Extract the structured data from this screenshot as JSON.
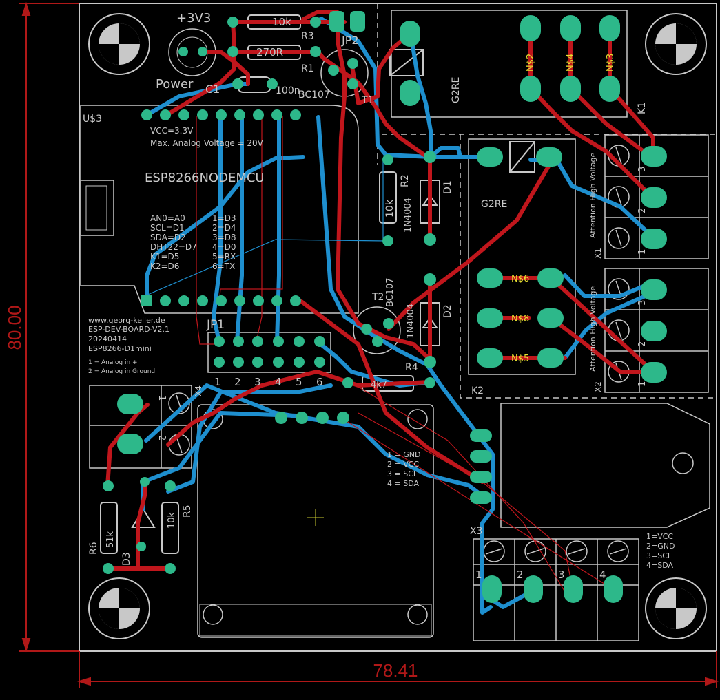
{
  "board": {
    "outline_colors": {
      "silk": "#c8c8c8",
      "top_copper": "#c0161c",
      "bottom_copper": "#1e8fcf",
      "pad": "#2db88a",
      "dimension": "#b01818",
      "background": "#000000"
    },
    "dimensions": {
      "width_label": "78.41",
      "height_label": "80.00"
    }
  },
  "labels": {
    "power_rail": "+3V3",
    "power_led": "Power",
    "c1": "C1",
    "c1_value": "100n",
    "r3": "R3",
    "r3_value": "10k",
    "r1": "R1",
    "r1_value": "270R",
    "jp2": "JP2",
    "t1": "T1",
    "t1_part": "BC107",
    "k1_relay": "G2RE",
    "k1": "K1",
    "module": "U$3",
    "module_name": "ESP8266NODEMCU",
    "vcc_note": "VCC=3.3V",
    "analog_note": "Max. Analog Voltage = 20V",
    "pin_map_left": [
      "AN0=A0",
      "SCL=D1",
      "SDA=D2",
      "DHT22=D7",
      "K1=D5",
      "K2=D6"
    ],
    "pin_map_right": [
      "1=D3",
      "2=D4",
      "3=D8",
      "4=D0",
      "5=RX",
      "6=TX"
    ],
    "r2": "R2",
    "r2_value": "10k",
    "d1": "D1",
    "d1_part": "1N4004",
    "k2_relay": "G2RE",
    "k2": "K2",
    "t2": "T2",
    "t2_part": "BC107",
    "d2": "D2",
    "d2_part": "1N4004",
    "r4": "R4",
    "r4_value": "4k7",
    "jp1": "JP1",
    "jp1_pins": [
      "1",
      "2",
      "3",
      "4",
      "5",
      "6"
    ],
    "board_info": [
      "www.georg-keller.de",
      "ESP-DEV-BOARD-V2.1",
      "20240414",
      "ESP8266-D1mini"
    ],
    "analog_legend": [
      "1 = Analog in +",
      "2 = Analog in Ground"
    ],
    "x4": "X4",
    "x4_pins": [
      "1",
      "2"
    ],
    "r6": "R6",
    "r6_value": "51k",
    "d3": "D3",
    "r5": "R5",
    "r5_value": "10k",
    "oled_pins": [
      "1 = GND",
      "2 = VCC",
      "3 = SCL",
      "4 = SDA"
    ],
    "x3": "X3",
    "x3_pins": [
      "1",
      "2",
      "3",
      "4"
    ],
    "x3_legend": [
      "1=VCC",
      "2=GND",
      "3=SCL",
      "4=SDA"
    ],
    "x1": "X1",
    "x1_pins": [
      "3",
      "2",
      "1"
    ],
    "x1_warning": "Attention High Voltage",
    "x2": "X2",
    "x2_pins": [
      "3",
      "2",
      "1"
    ],
    "x2_warning": "Attention High Voltage",
    "net_ns2": "N$2",
    "net_ns4": "N$4",
    "net_ns3": "N$3",
    "net_ns6": "N$6",
    "net_ns8": "N$8",
    "net_ns5": "N$5"
  }
}
